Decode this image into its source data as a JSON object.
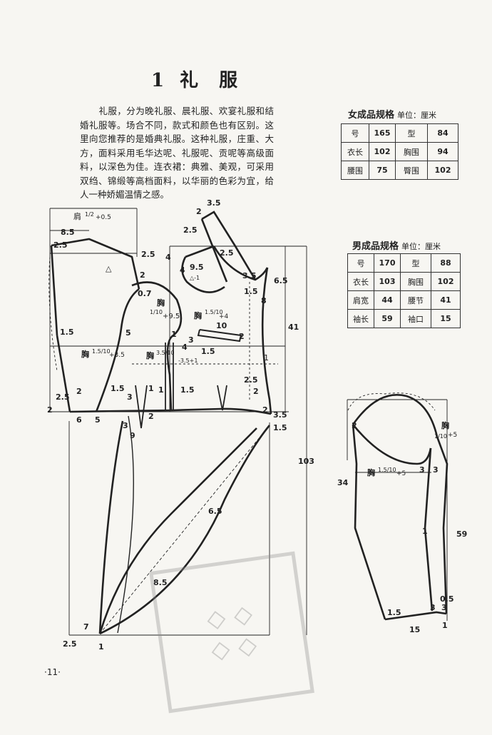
{
  "title": {
    "number": "1",
    "text": "礼 服"
  },
  "intro": {
    "text": "礼服，分为晚礼服、晨礼服、欢宴礼服和结婚礼服等。场合不同，款式和颜色也有区别。这里向您推荐的是婚典礼服。这种礼服，庄重、大方，面料采用毛华达呢、礼服呢、贡呢等高级面料，以深色为佳。连衣裙：典雅、美观，可采用双绉、锦缎等高档面料，以华丽的色彩为宜，给人一种娇媚温情之感。"
  },
  "women_spec": {
    "title": "女成品规格",
    "unit": "单位：厘米",
    "rows": [
      [
        "号",
        "165",
        "型",
        "84"
      ],
      [
        "衣长",
        "102",
        "胸围",
        "94"
      ],
      [
        "腰围",
        "75",
        "臀围",
        "102"
      ]
    ]
  },
  "men_spec": {
    "title": "男成品规格",
    "unit": "单位：厘米",
    "rows": [
      [
        "号",
        "170",
        "型",
        "88"
      ],
      [
        "衣长",
        "103",
        "胸围",
        "102"
      ],
      [
        "肩宽",
        "44",
        "腰节",
        "41"
      ],
      [
        "袖长",
        "59",
        "袖口",
        "15"
      ]
    ]
  },
  "diagram_labels": {
    "shoulder": "肩",
    "shoulder_frac": "1/2",
    "shoulder_plus": "+0.5",
    "chest": "胸",
    "chest_a_frac": "1/10",
    "chest_a_plus": "+9.5",
    "chest_b_frac": "1.5/10",
    "chest_b_plus": "+4",
    "chest_c_frac": "1.5/10",
    "chest_c_plus": "+3.5",
    "chest_d_frac": "3.5/10",
    "chest_d_plus": "-3.5+1",
    "delta": "△",
    "delta_minus": "△-1",
    "sleeve_chest_frac": "1.5/10",
    "sleeve_chest_plus": "+5",
    "sleeve_top_frac": "1/10",
    "sleeve_top_plus": "+5",
    "n_8_5": "8.5",
    "n_2_5": "2.5",
    "n_3_5": "3.5",
    "n_6_5": "6.5",
    "n_9_5": "9.5",
    "n_4": "4",
    "n_2": "2",
    "n_0_7": "0.7",
    "n_1_5": "1.5",
    "n_10": "10",
    "n_3": "3",
    "n_8": "8",
    "n_41": "41",
    "n_103": "103",
    "n_1": "1",
    "n_5": "5",
    "n_6": "6",
    "n_9": "9",
    "n_7": "7",
    "n_34": "34",
    "n_59": "59",
    "n_15": "15",
    "n_0_5": "0.5"
  },
  "page_number": "·11·"
}
